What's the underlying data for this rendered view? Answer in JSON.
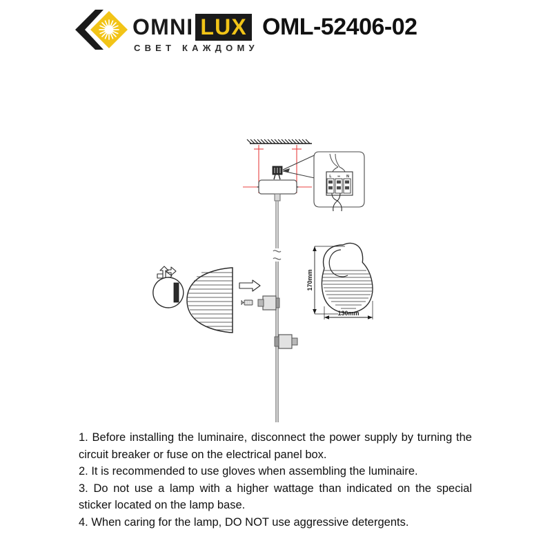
{
  "header": {
    "logo": {
      "icon_name": "omnilux-chevron-sun-logo",
      "brand_part1": "OMNI",
      "brand_part2": "LUX",
      "tagline": "СВЕТ КАЖДОМУ",
      "chevron_color": "#1a1a1a",
      "diamond_color": "#f2c417",
      "lux_box_color": "#1a1a1a",
      "lux_text_color": "#f2c417"
    },
    "product_code": "OML-52406-02"
  },
  "diagram": {
    "title": "luminaire-installation-diagram",
    "ceiling": {
      "label_name": "ceiling-hatching",
      "hatch_count": 17
    },
    "canopy": {
      "label_name": "ceiling-canopy-plate",
      "centerline_color": "#e8413f"
    },
    "terminal_block": {
      "label_name": "terminal-block-detail",
      "terminals": [
        "L",
        "⊕",
        "N"
      ]
    },
    "rod": {
      "label_name": "suspension-rod",
      "break_symbol": "≈"
    },
    "assembly": {
      "rotate_icon_name": "rotate-insert-arrow-icon",
      "ring_name": "shade-retaining-ring",
      "shade_name": "ribbed-dome-shade",
      "arrow_name": "assembly-direction-arrow",
      "bulb_name": "g9-bulb",
      "socket_upper_name": "lamp-socket-upper",
      "socket_lower_name": "lamp-socket-lower"
    },
    "dimensions": {
      "height_label": "170mm",
      "width_label": "130mm",
      "shade_name": "spiral-shade-outline"
    }
  },
  "instructions": [
    "1. Before installing the luminaire, disconnect the power supply by turning the circuit breaker or fuse on the electrical panel box.",
    "2. It is recommended to use gloves when assembling the luminaire.",
    "3. Do not use a lamp with a higher wattage than indicated on the special sticker located on the lamp base.",
    "4. When caring for the lamp, DO NOT use aggressive detergents."
  ]
}
